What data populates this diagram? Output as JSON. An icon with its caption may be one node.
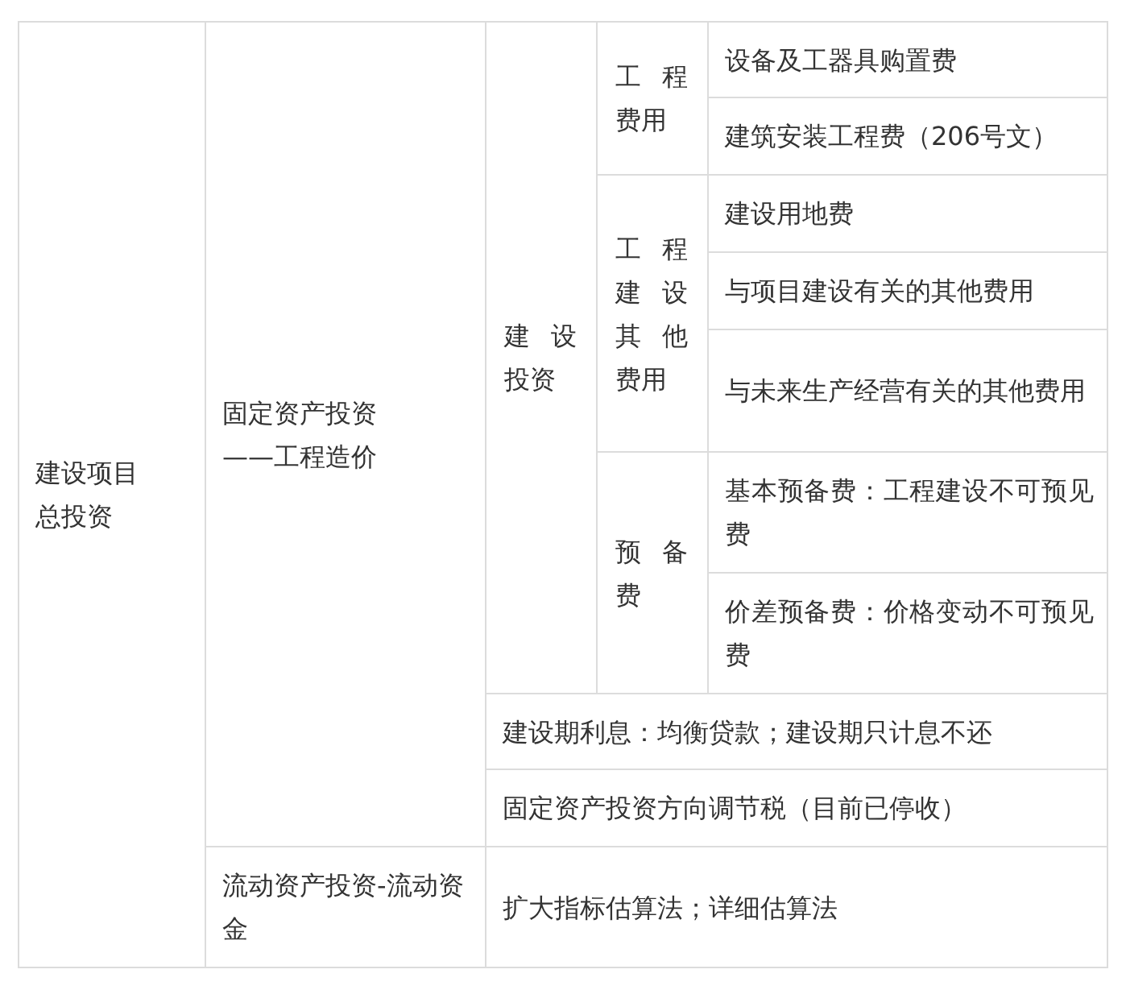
{
  "diagram": {
    "labels": [
      "建设项目总投资",
      "固定资产投资——工程造价",
      "建设投资",
      "工程费用",
      "设备及工器具购置费",
      "建筑安装工程费（206号文）",
      "工程建设其他费用",
      "建设用地费",
      "与项目建设有关的其他费用",
      "与未来生产经营有关的其他费用",
      "预备费",
      "基本预备费：工程建设不可预见费",
      "价差预备费：价格变动不可预见费",
      "建设期利息：均衡贷款；建设期只计息不还",
      "固定资产投资方向调节税（目前已停收）",
      "流动资产投资-流动资金",
      "扩大指标估算法；详细估算法"
    ]
  }
}
